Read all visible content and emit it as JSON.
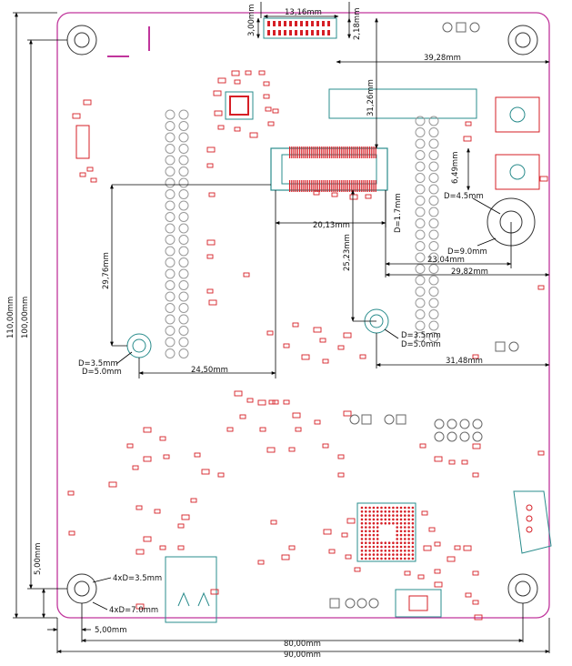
{
  "colors": {
    "board_outline": "#c0359c",
    "dimension": "#000000",
    "pad_red": "#d61f26",
    "footprint_teal": "#2a8c8c",
    "silk_gray": "#8a8a8a"
  },
  "dimensions": {
    "connector_width": "13,16mm",
    "connector_depth": "3,00mm",
    "connector_offset_small": "2,18mm",
    "right_offset_39": "39,28mm",
    "vertical_31": "31,26mm",
    "d_big": "D=4.5mm",
    "d_big2": "D=9.0mm",
    "vertical_649": "6,49mm",
    "d_1_7": "D=1.7mm",
    "width_20": "20,13mm",
    "height_2523": "25,23mm",
    "width_2304": "23,04mm",
    "width_2982": "29,82mm",
    "height_2976": "29,76mm",
    "mount1_d": "D=3.5mm",
    "mount1_d2": "D=5.0mm",
    "mount2_d": "D=3.5mm",
    "mount2_d2": "D=5.0mm",
    "width_2450": "24,50mm",
    "width_3148": "31,48mm",
    "height_110": "110,00mm",
    "height_100": "100,00mm",
    "height_5": "5,00mm",
    "corner_hole_d": "4xD=3.5mm",
    "corner_hole_d2": "4xD=7.0mm",
    "width_5": "5,00mm",
    "width_80": "80,00mm",
    "width_90": "90,00mm"
  }
}
